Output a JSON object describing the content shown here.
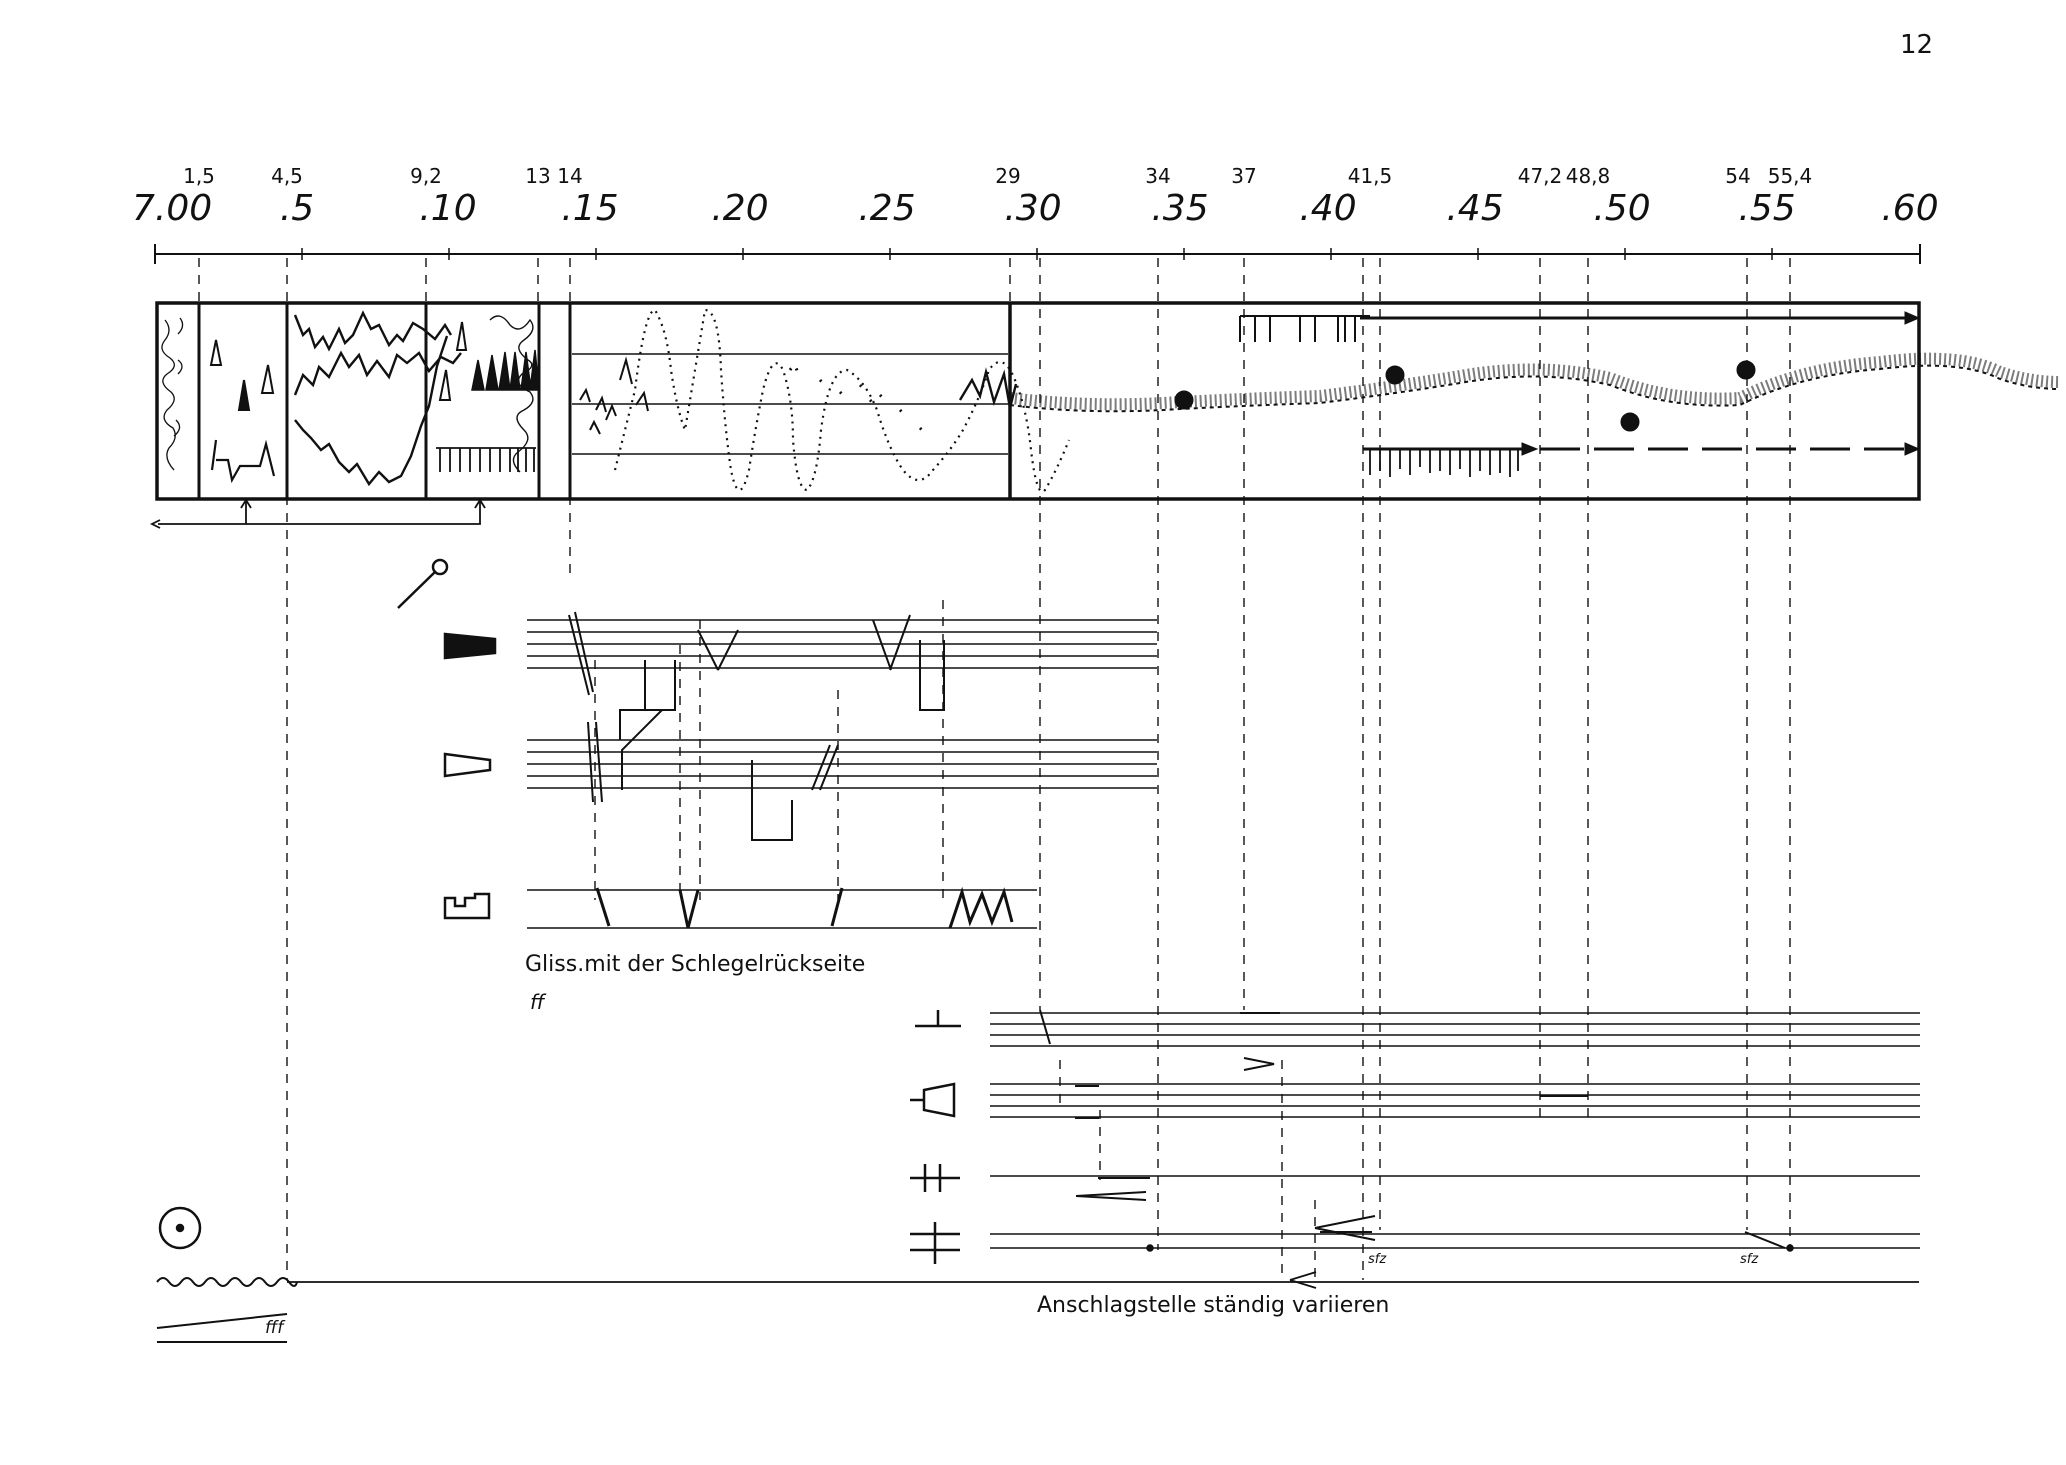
{
  "page_number": "12",
  "timeline": {
    "main_labels": [
      "7.00",
      ".5",
      ".10",
      ".15",
      ".20",
      ".25",
      ".30",
      ".35",
      ".40",
      ".45",
      ".50",
      ".55",
      ".60"
    ],
    "sub_labels": [
      "1,5",
      "4,5",
      "9,2",
      "13",
      "14",
      "29",
      "34",
      "37",
      "41,5",
      "47,2",
      "48,8",
      "54",
      "55,4"
    ]
  },
  "captions": {
    "gliss": "Gliss.mit der Schlegelrückseite",
    "gliss_dynamic": "ff",
    "anschlag": "Anschlagstelle ständig variieren",
    "crescendo_dynamic": "fff"
  },
  "accents": [
    "sfz",
    "sfz"
  ],
  "icons": [
    "mallet-icon",
    "filled-trapezoid-icon",
    "open-trapezoid-icon",
    "notched-box-icon",
    "t-bar-icon",
    "open-cone-icon",
    "double-t-icon",
    "double-cross-icon",
    "circle-dot-icon"
  ]
}
